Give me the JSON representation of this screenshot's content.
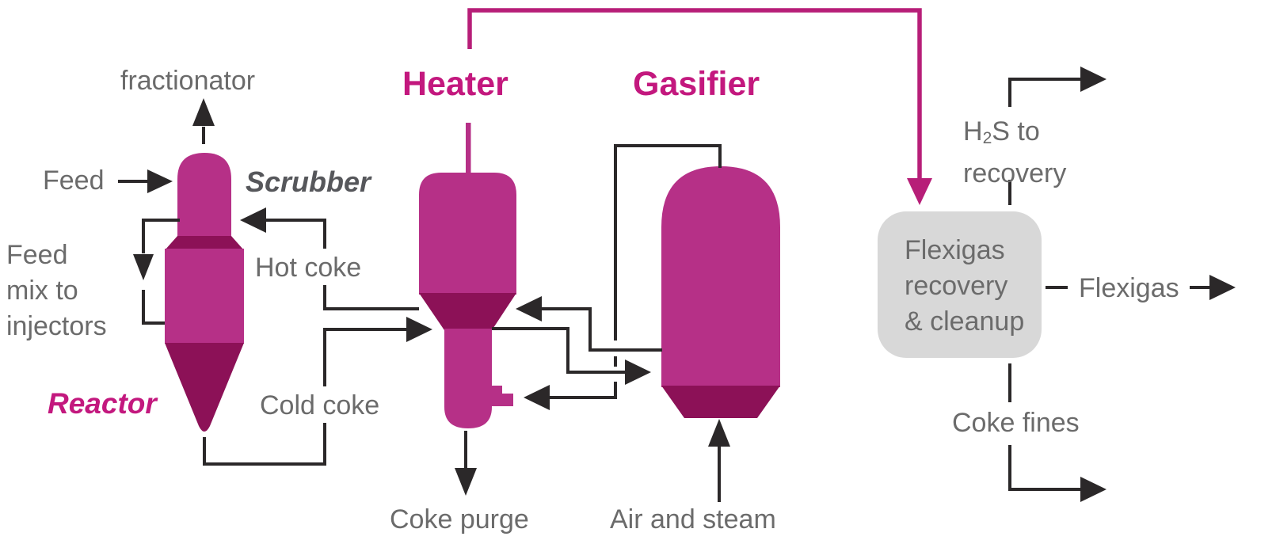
{
  "colors": {
    "background": "#ffffff",
    "vessel": "#b63087",
    "vessel_dark": "#8c1157",
    "accent_magenta": "#c3187e",
    "magenta_line": "#b71e78",
    "flow_line": "#2b2829",
    "label_grey": "#6b6b6b",
    "label_dark": "#56575b",
    "box_fill": "#d8d8d8"
  },
  "vessels": {
    "scrubber_label": "Scrubber",
    "reactor_label": "Reactor",
    "heater_label": "Heater",
    "gasifier_label": "Gasifier"
  },
  "box": {
    "line1": "Flexigas",
    "line2": "recovery",
    "line3": "& cleanup"
  },
  "streams": {
    "fractionator": "fractionator",
    "feed": "Feed",
    "feed_mix": [
      "Feed",
      "mix to",
      "injectors"
    ],
    "hot_coke": "Hot coke",
    "cold_coke": "Cold coke",
    "coke_purge": "Coke purge",
    "air_and_steam": "Air and steam",
    "h2s": {
      "base": "H",
      "sub": "2",
      "rest": "S to",
      "line2": "recovery"
    },
    "flexigas_out": "Flexigas",
    "coke_fines": "Coke fines"
  }
}
